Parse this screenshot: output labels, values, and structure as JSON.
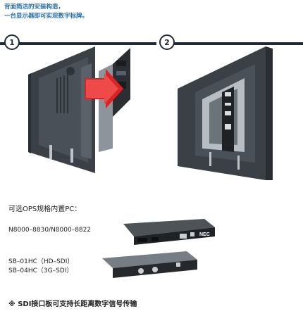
{
  "intro": {
    "line1": "背面简洁的安装构造，",
    "line2": "一台显示器即可实现数字标牌。"
  },
  "steps": [
    {
      "number": "1"
    },
    {
      "number": "2"
    }
  ],
  "options": {
    "title": "可选OPS规格内置PC：",
    "ops_models": "N8000–8830/N8000–8822",
    "sdi_model_1": "SB–01HC（HD–SDI）",
    "sdi_model_2": "SB–04HC（3G–SDI）",
    "brand_logo": "NEC"
  },
  "note": "※ SDI接口板可支持长距离数字信号传输",
  "colors": {
    "intro_text": "#2a6fa8",
    "bar": "#1f2a36",
    "arrow": "#d82424"
  }
}
